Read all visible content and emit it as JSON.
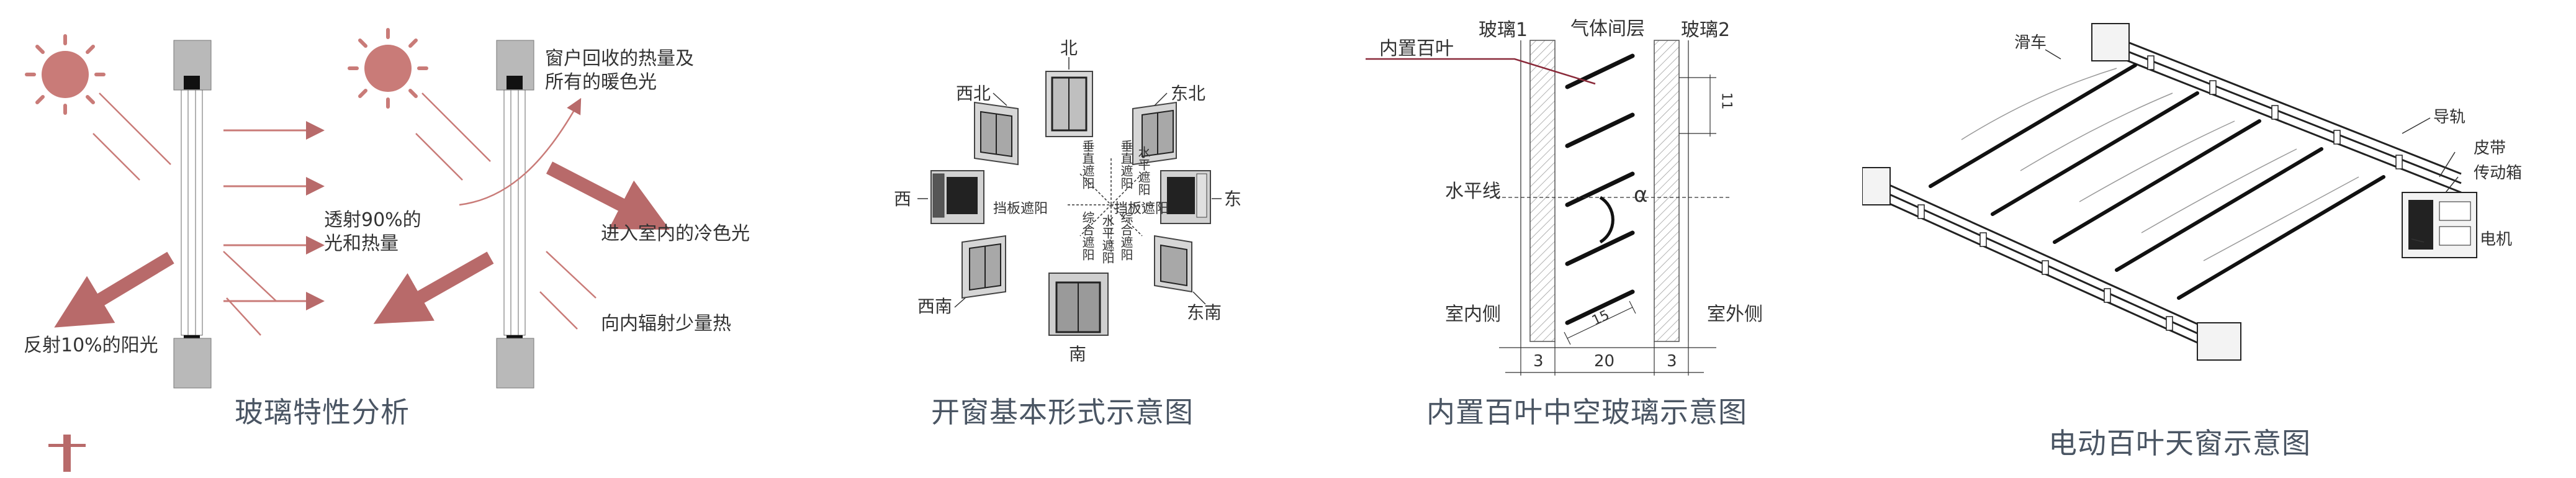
{
  "panel1": {
    "caption": "玻璃特性分析",
    "label_reflect": "反射10%的阳光",
    "label_transmit_1": "透射90%的",
    "label_transmit_2": "光和热量",
    "label_recover_1": "窗户回收的热量及",
    "label_recover_2": "所有的暖色光",
    "label_cold": "进入室内的冷色光",
    "label_radiate": "向内辐射少量热",
    "accent_color": "#b86a6a"
  },
  "panel2": {
    "caption": "开窗基本形式示意图",
    "dir_n": "北",
    "dir_s": "南",
    "dir_e": "东",
    "dir_w": "西",
    "dir_ne": "东北",
    "dir_nw": "西北",
    "dir_se": "东南",
    "dir_sw": "西南",
    "ring_1": "垂直遮阳",
    "ring_2": "垂直遮阳",
    "ring_3": "水平遮阳",
    "ring_4": "挡板遮阳",
    "ring_5": "挡板遮阳",
    "ring_6": "综合遮阳",
    "ring_7": "水平遮阳",
    "ring_8": "综合遮阳"
  },
  "panel3": {
    "caption": "内置百叶中空玻璃示意图",
    "label_glass1": "玻璃1",
    "label_gap": "气体间层",
    "label_glass2": "玻璃2",
    "label_blind": "内置百叶",
    "label_horizon": "水平线",
    "label_indoor": "室内侧",
    "label_outdoor": "室外侧",
    "angle": "α",
    "dim_11": "11",
    "dim_15": "15",
    "dim_3a": "3",
    "dim_20": "20",
    "dim_3b": "3",
    "accent_color": "#8a2a3a"
  },
  "panel4": {
    "caption": "电动百叶天窗示意图",
    "label_trolley": "滑车",
    "label_rail": "导轨",
    "label_belt": "皮带",
    "label_gearbox": "传动箱",
    "label_motor": "电机"
  }
}
